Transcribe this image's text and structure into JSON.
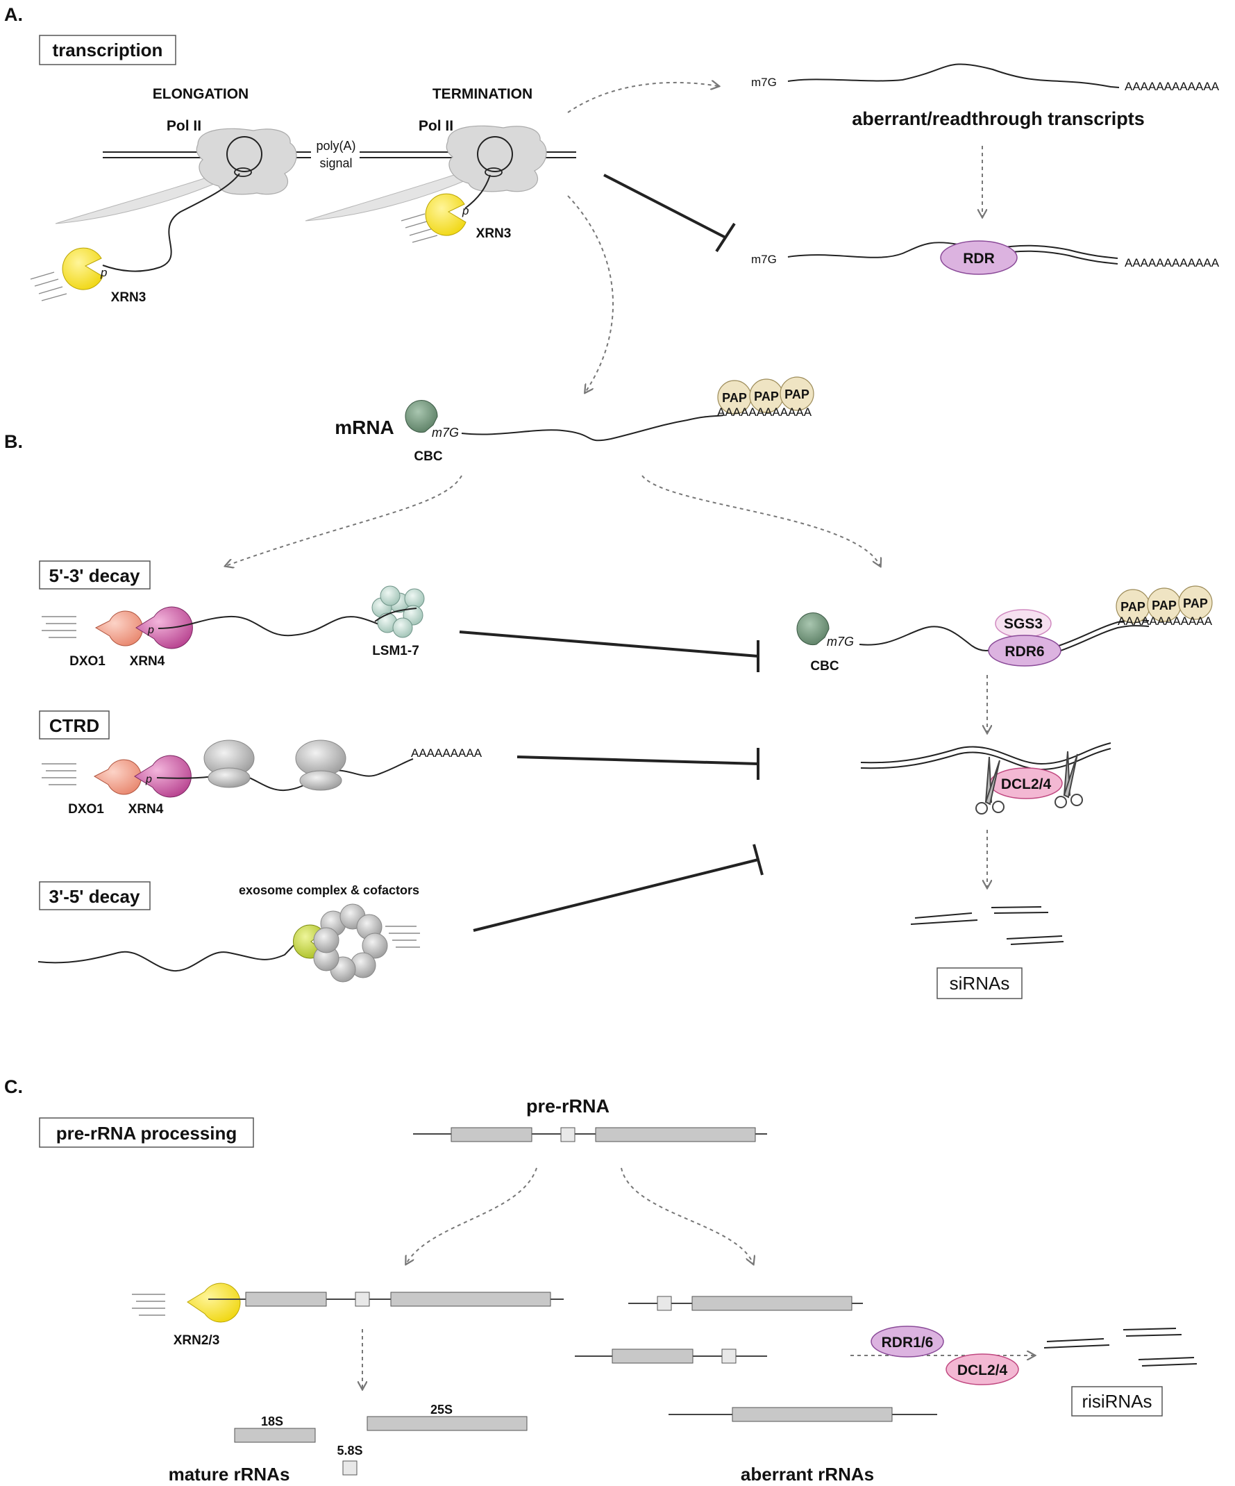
{
  "panel_a": {
    "letter": "A.",
    "box_label": "transcription",
    "elongation": "ELONGATION",
    "termination": "TERMINATION",
    "pol_ii_left": "Pol II",
    "pol_ii_right": "Pol II",
    "polya_line1": "poly(A)",
    "polya_line2": "signal",
    "xrn3_left": "XRN3",
    "xrn3_right": "XRN3",
    "p_left": "p",
    "p_right": "p",
    "m7g_top": "m7G",
    "polya_top": "AAAAAAAAAAAA",
    "aberrant_label": "aberrant/readthrough transcripts",
    "m7g_bottom": "m7G",
    "rdr": "RDR",
    "polya_bottom": "AAAAAAAAAAAA"
  },
  "panel_b": {
    "letter": "B.",
    "mrna": "mRNA",
    "m7g": "m7G",
    "cbc": "CBC",
    "pap1": "PAP",
    "pap2": "PAP",
    "pap3": "PAP",
    "polya": "AAAAAAAAAAAA",
    "decay53": "5'-3' decay",
    "dxo1_a": "DXO1",
    "xrn4_a": "XRN4",
    "p_a": "p",
    "lsm": "LSM1-7",
    "ctrd": "CTRD",
    "dxo1_b": "DXO1",
    "xrn4_b": "XRN4",
    "p_b": "p",
    "polya_ctrd": "AAAAAAAAA",
    "decay35": "3'-5' decay",
    "exosome": "exosome complex & cofactors",
    "m7g_right": "m7G",
    "cbc_right": "CBC",
    "sgs3": "SGS3",
    "rdr6": "RDR6",
    "pap_r1": "PAP",
    "pap_r2": "PAP",
    "pap_r3": "PAP",
    "polya_right": "AAAAAAAAAAAA",
    "dcl": "DCL2/4",
    "sirnas": "siRNAs"
  },
  "panel_c": {
    "letter": "C.",
    "box_label": "pre-rRNA processing",
    "pre_rrna": "pre-rRNA",
    "xrn23": "XRN2/3",
    "s18": "18S",
    "s25": "25S",
    "s58": "5.8S",
    "mature": "mature rRNAs",
    "aberrant": "aberrant rRNAs",
    "rdr16": "RDR1/6",
    "dcl24": "DCL2/4",
    "risirnas": "risiRNAs"
  },
  "colors": {
    "xrn_yellow": "#f7e52e",
    "xrn4_magenta": "#c2569e",
    "dxo1_salmon": "#ee9a86",
    "cbc_green": "#6e9377",
    "pap_cream": "#efe4c3",
    "rdr_lilac": "#dcb3e0",
    "dcl_pink": "#f3b8d3",
    "lsm_mint": "#cfe3dc",
    "exo_lime": "#c4d63a",
    "pol_grey": "#d9d9d9",
    "rrna_box": "#c8c8c8"
  }
}
